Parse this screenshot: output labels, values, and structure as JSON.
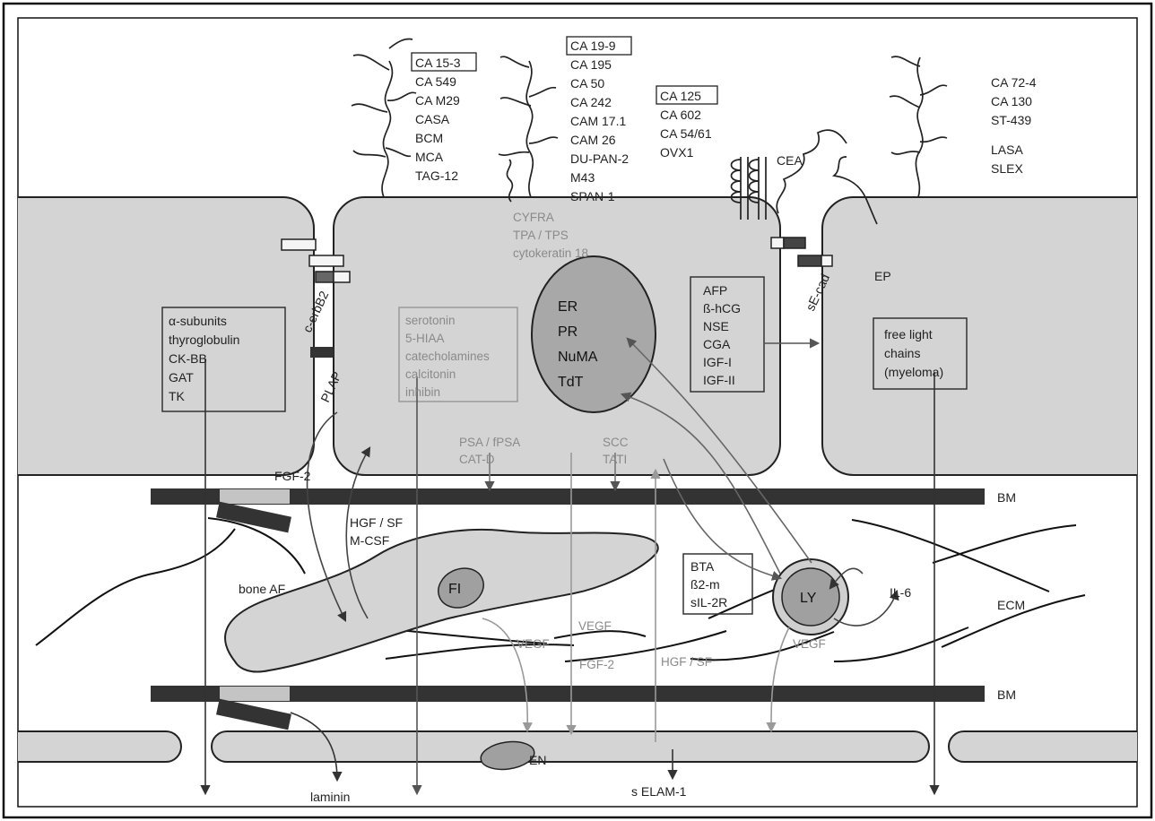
{
  "diagram": {
    "marker_groups": {
      "ca153": [
        "CA 15-3",
        "CA 549",
        "CA M29",
        "CASA",
        "BCM",
        "MCA",
        "TAG-12"
      ],
      "ca199": [
        "CA 19-9",
        "CA 195",
        "CA 50",
        "CA 242",
        "CAM 17.1",
        "CAM 26",
        "DU-PAN-2",
        "M43",
        "SPAN-1"
      ],
      "ca125": [
        "CA 125",
        "CA 602",
        "CA 54/61",
        "OVX1"
      ],
      "ca724": [
        "CA 72-4",
        "CA 130",
        "ST-439",
        "",
        "LASA",
        "SLEX"
      ],
      "cyfra": [
        "CYFRA",
        "TPA / TPS",
        "cytokeratin 18"
      ],
      "left_box": [
        "α-subunits",
        "thyroglobulin",
        "CK-BB",
        "GAT",
        "TK"
      ],
      "neuro_box": [
        "serotonin",
        "5-HIAA",
        "catecholamines",
        "calcitonin",
        "inhibin"
      ],
      "nucleus": [
        "ER",
        "PR",
        "NuMA",
        "TdT"
      ],
      "afp_box": [
        "AFP",
        "ß-hCG",
        "NSE",
        "CGA",
        "IGF-I",
        "IGF-II"
      ],
      "light_box": [
        "free light",
        "chains",
        "(myeloma)"
      ],
      "psa": [
        "PSA / fPSA",
        "CAT-D"
      ],
      "scc": [
        "SCC",
        "TATI"
      ],
      "bta_box": [
        "BTA",
        "ß2-m",
        "sIL-2R"
      ],
      "hgf1": [
        "HGF / SF",
        "M-CSF"
      ]
    },
    "labels": {
      "cea": "CEA",
      "ep": "EP",
      "cerbb2": "c-erbB2",
      "plap": "PLAP",
      "secad": "sE-cad",
      "fgf2_top": "FGF-2",
      "bm": "BM",
      "bm2": "BM",
      "ecm": "ECM",
      "bone_af": "bone AF",
      "fi": "FI",
      "ly": "LY",
      "il6": "IL-6",
      "vegf1": "VEGF",
      "vegf2": "VEGF",
      "vegf3": "VEGF",
      "fgf2_low": "FGF-2",
      "hgf_low": "HGF / SF",
      "en": "EN",
      "laminin": "laminin",
      "selam": "s ELAM-1"
    }
  }
}
